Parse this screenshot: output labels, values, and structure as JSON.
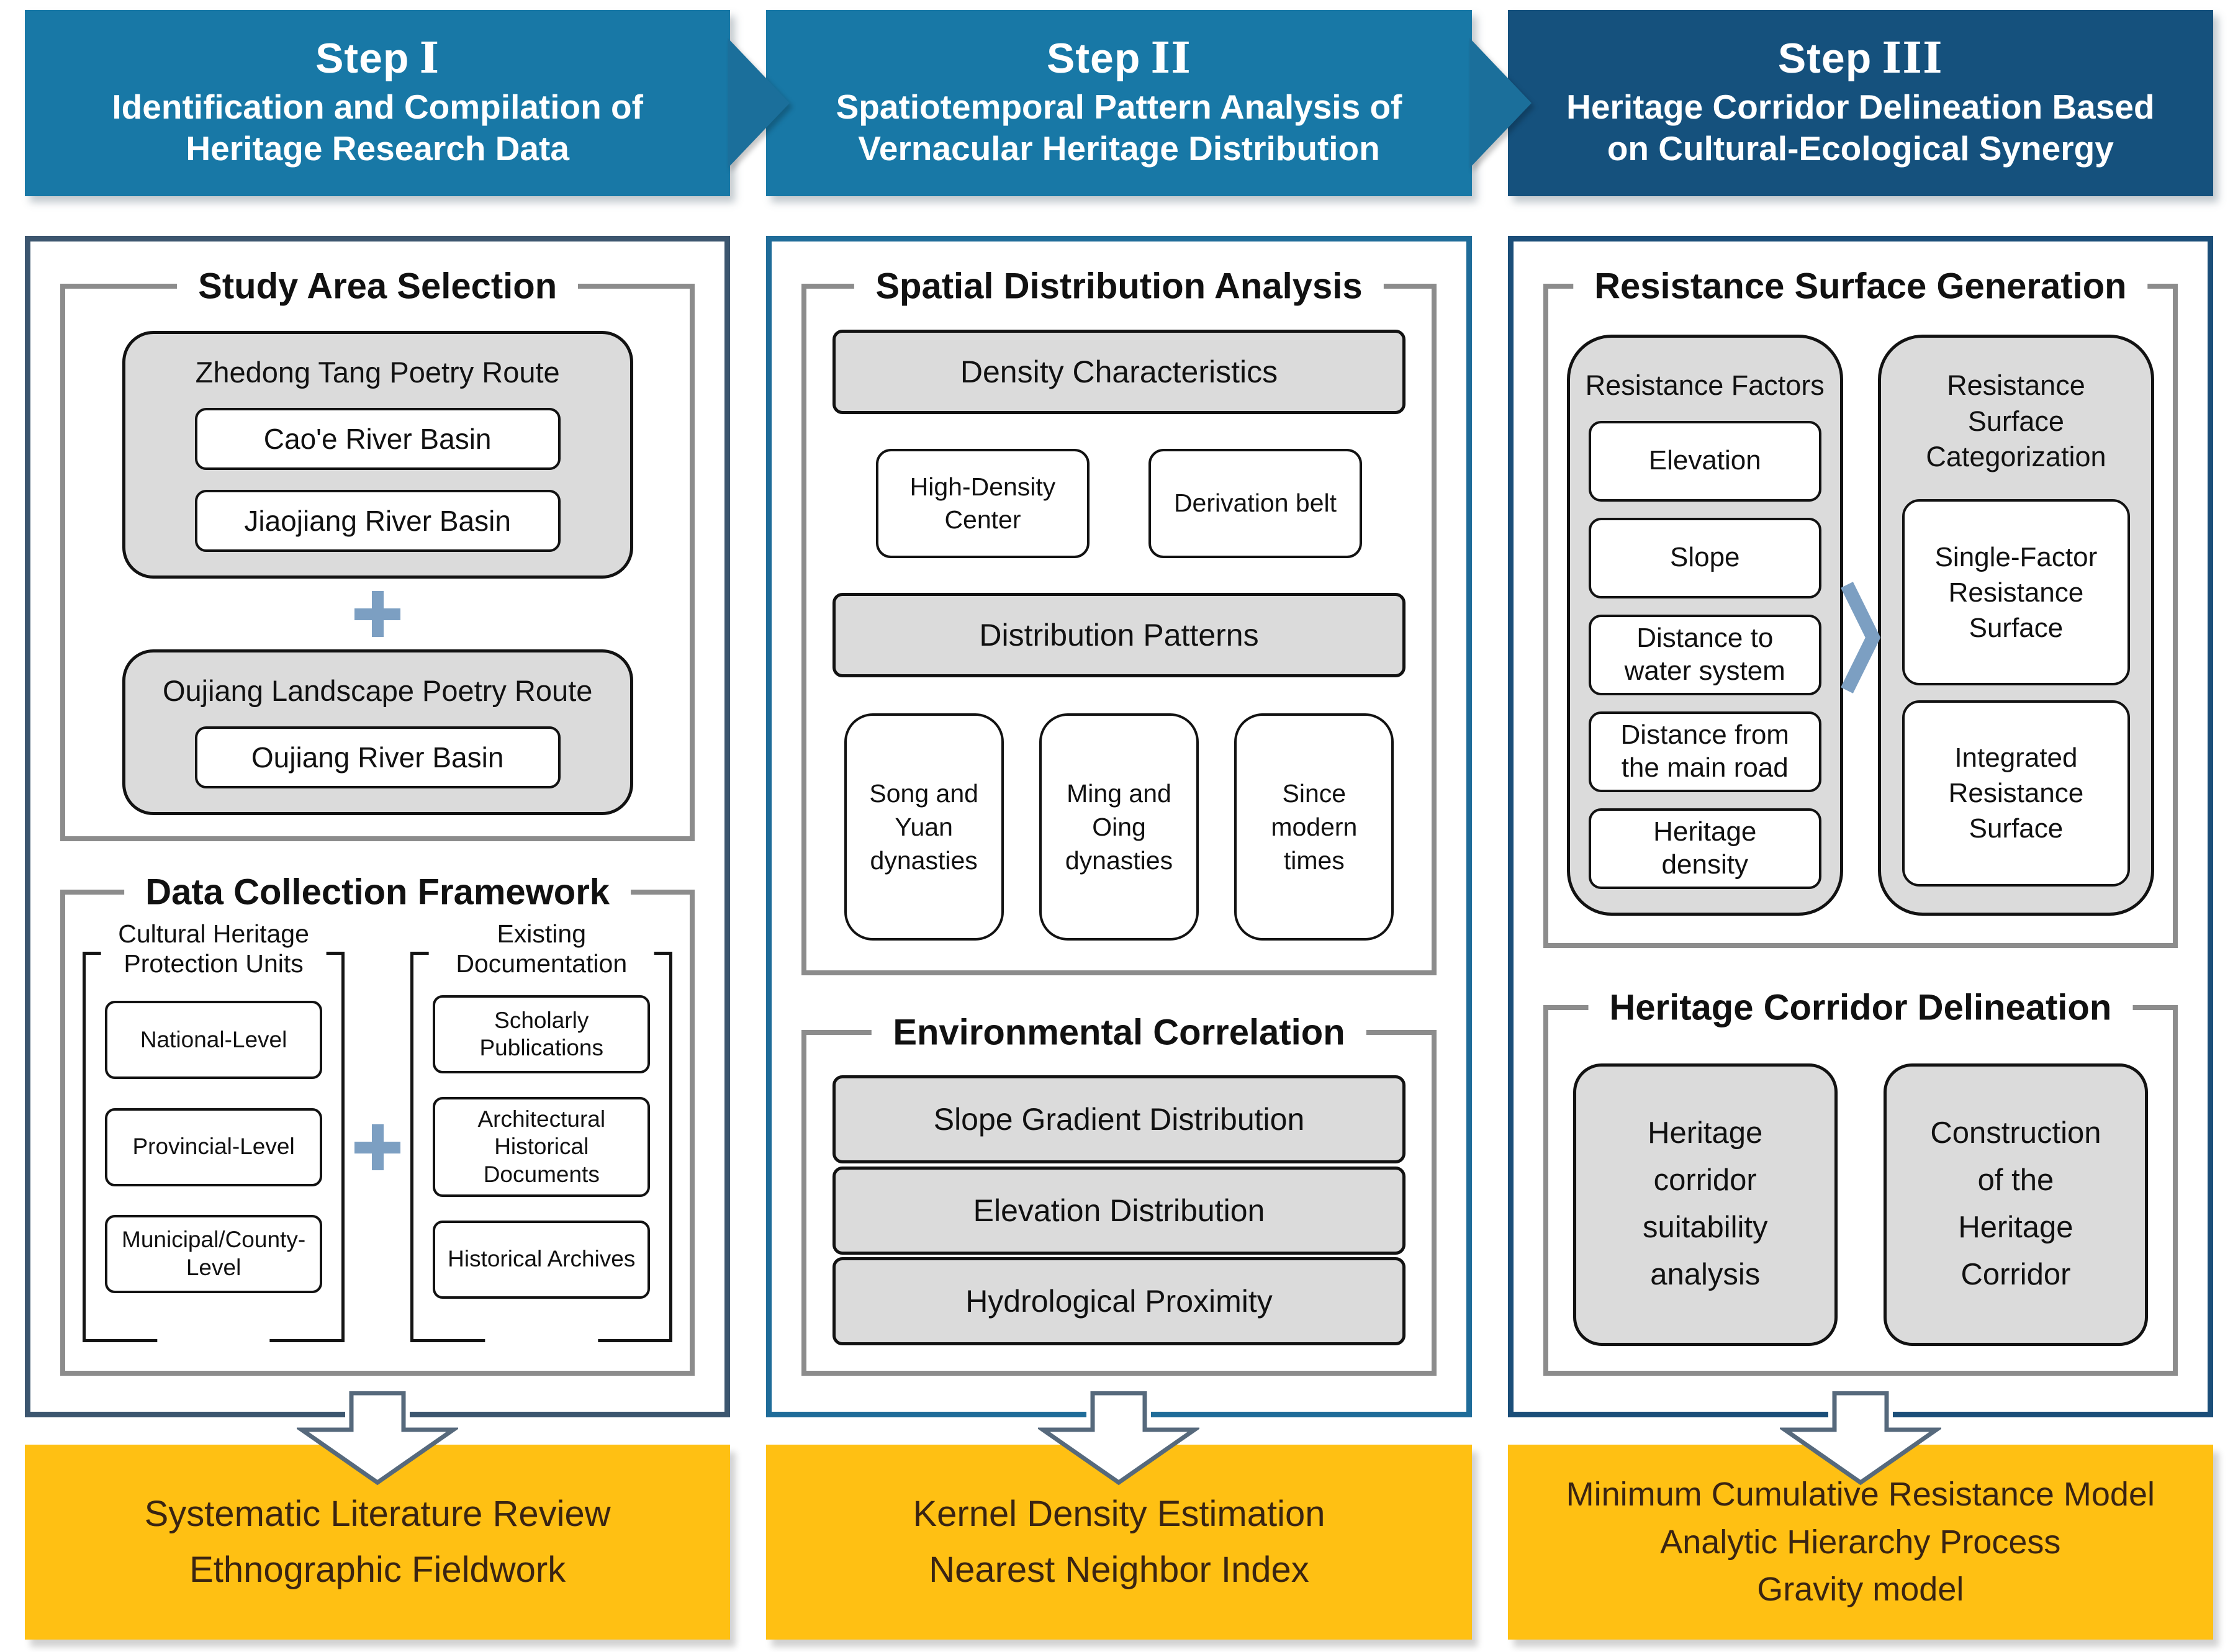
{
  "colors": {
    "banner_blue": "#1878A6",
    "banner_navy": "#15517D",
    "arrow_blue": "#1B6F9B",
    "steel_accent": "#7C9FC2",
    "output_yellow": "#FFC013",
    "output_text": "#3A2412",
    "frame_gray": "#8C8C8C",
    "box_gray_fill": "#DBDBDB",
    "col1_border": "#3C566F",
    "col2_border": "#1F6C99",
    "col3_border": "#1B4E79"
  },
  "columns": [
    {
      "header": {
        "step": "Step",
        "numeral": "I",
        "subtitle": "Identification and Compilation of Heritage Research Data"
      },
      "study_area": {
        "title": "Study Area Selection",
        "route1": {
          "title": "Zhedong Tang Poetry Route",
          "items": [
            "Cao'e River Basin",
            "Jiaojiang River Basin"
          ]
        },
        "plus": "+",
        "route2": {
          "title": "Oujiang Landscape Poetry Route",
          "items": [
            "Oujiang River Basin"
          ]
        }
      },
      "data_collection": {
        "title": "Data Collection Framework",
        "left": {
          "title": "Cultural Heritage Protection Units",
          "items": [
            "National-Level",
            "Provincial-Level",
            "Municipal/County-Level"
          ]
        },
        "plus": "+",
        "right": {
          "title": "Existing Documentation",
          "items": [
            "Scholarly Publications",
            "Architectural Historical Documents",
            "Historical Archives"
          ]
        }
      },
      "footer": {
        "lines": [
          "Systematic Literature Review",
          "Ethnographic Fieldwork"
        ]
      }
    },
    {
      "header": {
        "step": "Step",
        "numeral": "II",
        "subtitle": "Spatiotemporal Pattern Analysis of Vernacular Heritage Distribution"
      },
      "spatial": {
        "title": "Spatial Distribution Analysis",
        "density_header": "Density Characteristics",
        "density_items": [
          "High-Density Center",
          "Derivation belt"
        ],
        "patterns_header": "Distribution Patterns",
        "pattern_items": [
          "Song and Yuan dynasties",
          "Ming and Oing dynasties",
          "Since modern times"
        ]
      },
      "environmental": {
        "title": "Environmental Correlation",
        "items": [
          "Slope Gradient Distribution",
          "Elevation Distribution",
          "Hydrological Proximity"
        ]
      },
      "footer": {
        "lines": [
          "Kernel Density Estimation",
          "Nearest Neighbor Index"
        ]
      }
    },
    {
      "header": {
        "step": "Step",
        "numeral": "III",
        "subtitle": "Heritage Corridor Delineation Based on Cultural-Ecological Synergy"
      },
      "resistance": {
        "title": "Resistance Surface Generation",
        "factors": {
          "title": "Resistance Factors",
          "items": [
            "Elevation",
            "Slope",
            "Distance to water system",
            "Distance from the main road",
            "Heritage density"
          ]
        },
        "categorization": {
          "title": "Resistance Surface Categorization",
          "items": [
            "Single-Factor Resistance Surface",
            "Integrated Resistance Surface"
          ]
        }
      },
      "corridor": {
        "title": "Heritage Corridor Delineation",
        "items": [
          "Heritage corridor suitability analysis",
          "Construction of the Heritage Corridor"
        ]
      },
      "footer": {
        "lines": [
          "Minimum Cumulative Resistance Model",
          "Analytic Hierarchy Process",
          "Gravity model"
        ]
      }
    }
  ]
}
